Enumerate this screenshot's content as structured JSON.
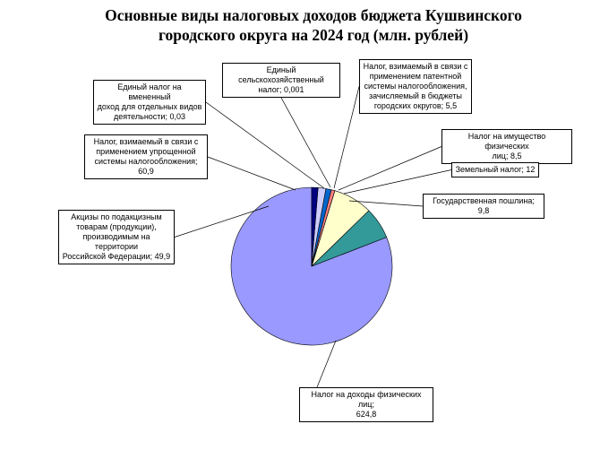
{
  "chart_data": {
    "type": "pie",
    "title": "Основные виды налоговых доходов бюджета Кушвинского\nгородского округа на 2024 год (млн. рублей)",
    "slices": [
      {
        "name": "Налог на доходы физических лиц",
        "value": 624.8,
        "display": "624,8",
        "color": "#9999ff"
      },
      {
        "name": "Акцизы по подакцизным товарам (продукции), производимым на территории Российской Федерации",
        "value": 49.9,
        "display": "49,9",
        "color": "#339999"
      },
      {
        "name": "Налог, взимаемый в связи с применением упрощенной системы налогообложения",
        "value": 60.9,
        "display": "60,9",
        "color": "#ffffcc"
      },
      {
        "name": "Единый налог на вмененный доход для отдельных видов деятельности",
        "value": 0.03,
        "display": "0,03",
        "color": "#ccffff"
      },
      {
        "name": "Единый сельскохозяйственный налог",
        "value": 0.001,
        "display": "0,001",
        "color": "#660066"
      },
      {
        "name": "Налог, взимаемый в связи с применением патентной системы налогообложения, зачисляемый в бюджеты городских округов",
        "value": 5.5,
        "display": "5,5",
        "color": "#ff8080"
      },
      {
        "name": "Налог на имущество физических лиц",
        "value": 8.5,
        "display": "8,5",
        "color": "#0066cc"
      },
      {
        "name": "Земельный налог",
        "value": 12,
        "display": "12",
        "color": "#ccccff"
      },
      {
        "name": "Государственная пошлина",
        "value": 9.8,
        "display": "9,8",
        "color": "#000080"
      }
    ],
    "labels": [
      "Налог на доходы физических лиц;\n624,8",
      "Акцизы по подакцизным\nтоварам (продукции),\nпроизводимым на территории\nРоссийской Федерации; 49,9",
      "Налог, взимаемый в связи с\nприменением упрощенной\nсистемы налогообложения; 60,9",
      "Единый налог на вмененный\nдоход для отдельных видов\nдеятельности; 0,03",
      "Единый сельскохозяйственный\nналог; 0,001",
      "Налог, взимаемый в связи с\nприменением патентной\nсистемы налогообложения,\nзачисляемый в бюджеты\nгородских округов; 5,5",
      "Налог на имущество физических\nлиц; 8,5",
      "Земельный налог; 12",
      "Государственная пошлина; 9,8"
    ],
    "legend": "none"
  }
}
